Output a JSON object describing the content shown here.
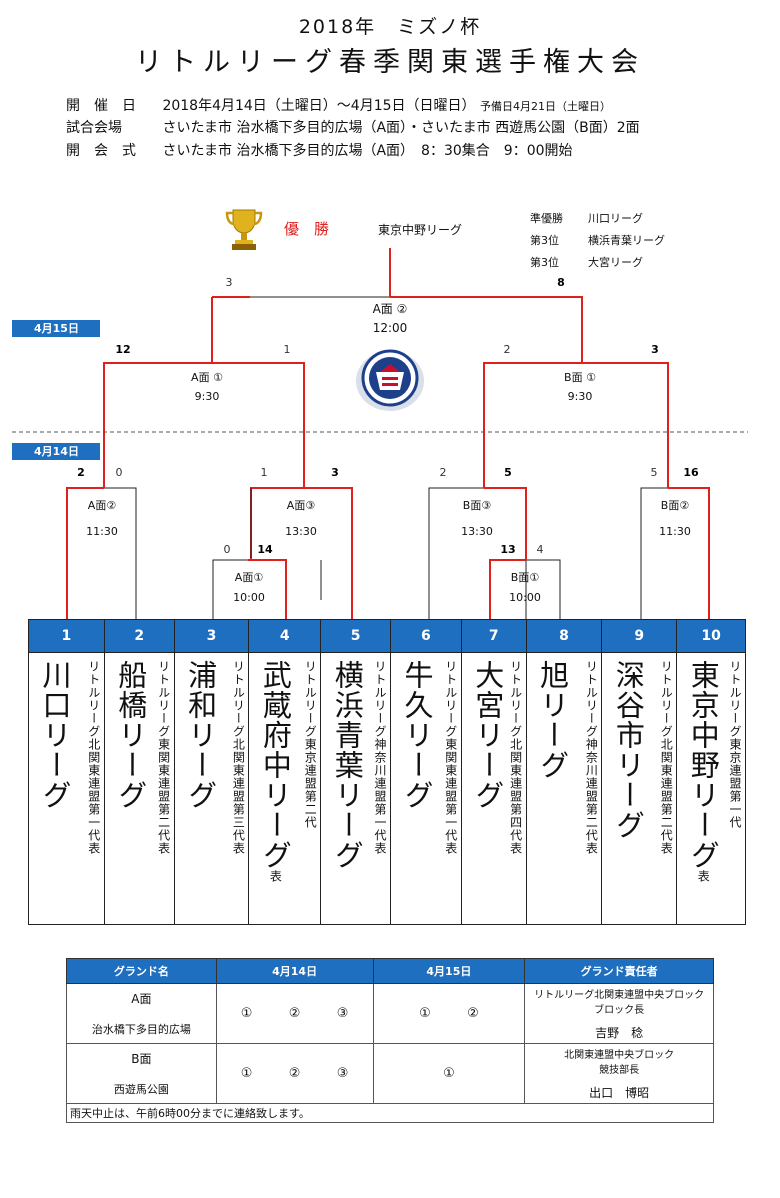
{
  "header": {
    "title_line1": "2018年　ミズノ杯",
    "title_line2": "リトルリーグ春季関東選手権大会"
  },
  "info": {
    "date_label": "開　催　日",
    "date_value": "2018年4月14日（土曜日）～4月15日（日曜日）",
    "reserve": "予備日4月21日（土曜日）",
    "venue_label": "試合会場",
    "venue_value": "さいたま市 治水橋下多目的広場（A面）・さいたま市 西遊馬公園（B面）2面",
    "opening_label": "開　会　式",
    "opening_value": "さいたま市 治水橋下多目的広場（A面）　8：30集合　9：00開始"
  },
  "results": {
    "champion_label": "優　勝",
    "champion": "東京中野リーグ",
    "runner_up_label": "準優勝",
    "runner_up": "川口リーグ",
    "third_label_1": "第3位",
    "third_1": "横浜青葉リーグ",
    "third_label_2": "第3位",
    "third_2": "大宮リーグ"
  },
  "dates": {
    "day2": "4月15日",
    "day1": "4月14日"
  },
  "games": {
    "final": {
      "venue": "A面 ②",
      "time": "12:00",
      "score_left": "3",
      "score_right": "8"
    },
    "semi_left": {
      "venue": "A面 ①",
      "time": "9:30",
      "score_left": "12",
      "score_right": "1"
    },
    "semi_right": {
      "venue": "B面 ①",
      "time": "9:30",
      "score_left": "2",
      "score_right": "3"
    },
    "qf1": {
      "venue": "A面②",
      "time": "11:30",
      "score_left": "2",
      "score_right": "0"
    },
    "qf2": {
      "venue": "A面③",
      "time": "13:30",
      "score_left": "1",
      "score_right": "3"
    },
    "qf3": {
      "venue": "B面③",
      "time": "13:30",
      "score_left": "2",
      "score_right": "5"
    },
    "qf4": {
      "venue": "B面②",
      "time": "11:30",
      "score_left": "5",
      "score_right": "16"
    },
    "r1a": {
      "venue": "A面①",
      "time": "10:00",
      "score_left": "0",
      "score_right": "14"
    },
    "r1b": {
      "venue": "B面①",
      "time": "10:00",
      "score_left": "13",
      "score_right": "4"
    }
  },
  "teams": [
    {
      "num": "1",
      "name": "川口リーグ",
      "rep": "",
      "sub": "リトルリーグ北関東連盟第一代表"
    },
    {
      "num": "2",
      "name": "船橋リーグ",
      "rep": "",
      "sub": "リトルリーグ東関東連盟第二代表"
    },
    {
      "num": "3",
      "name": "浦和リーグ",
      "rep": "",
      "sub": "リトルリーグ北関東連盟第三代表"
    },
    {
      "num": "4",
      "name": "武蔵府中リーグ",
      "rep": "表",
      "sub": "リトルリーグ東京連盟第二代"
    },
    {
      "num": "5",
      "name": "横浜青葉リーグ",
      "rep": "",
      "sub": "リトルリーグ神奈川連盟第一代表"
    },
    {
      "num": "6",
      "name": "牛久リーグ",
      "rep": "",
      "sub": "リトルリーグ東関東連盟第一代表"
    },
    {
      "num": "7",
      "name": "大宮リーグ",
      "rep": "",
      "sub": "リトルリーグ北関東連盟第四代表"
    },
    {
      "num": "8",
      "name": "旭リーグ",
      "rep": "",
      "sub": "リトルリーグ神奈川連盟第二代表"
    },
    {
      "num": "9",
      "name": "深谷市リーグ",
      "rep": "",
      "sub": "リトルリーグ北関東連盟第二代表"
    },
    {
      "num": "10",
      "name": "東京中野リーグ",
      "rep": "表",
      "sub": "リトルリーグ東京連盟第一代"
    }
  ],
  "schedule": {
    "headers": [
      "グランド名",
      "4月14日",
      "4月15日",
      "グランド責任者"
    ],
    "rows": [
      {
        "ground": "A面",
        "place": "治水橋下多目的広場",
        "day1": [
          "①",
          "②",
          "③"
        ],
        "day2": [
          "①",
          "②"
        ],
        "resp_line1": "リトルリーグ北関東連盟中央ブロック",
        "resp_line2": "ブロック長",
        "resp_name": "吉野　稔"
      },
      {
        "ground": "B面",
        "place": "西遊馬公園",
        "day1": [
          "①",
          "②",
          "③"
        ],
        "day2": [
          "①"
        ],
        "resp_line1": "北関東連盟中央ブロック",
        "resp_line2": "競技部長",
        "resp_name": "出口　博昭"
      }
    ],
    "note": "雨天中止は、午前6時00分までに連絡致します。"
  },
  "colors": {
    "winner_line": "#e0201c",
    "accent_blue": "#1f6fc0",
    "champion_text": "#e0201c"
  },
  "icons": {
    "trophy": "trophy-icon",
    "emblem": "little-league-emblem"
  }
}
